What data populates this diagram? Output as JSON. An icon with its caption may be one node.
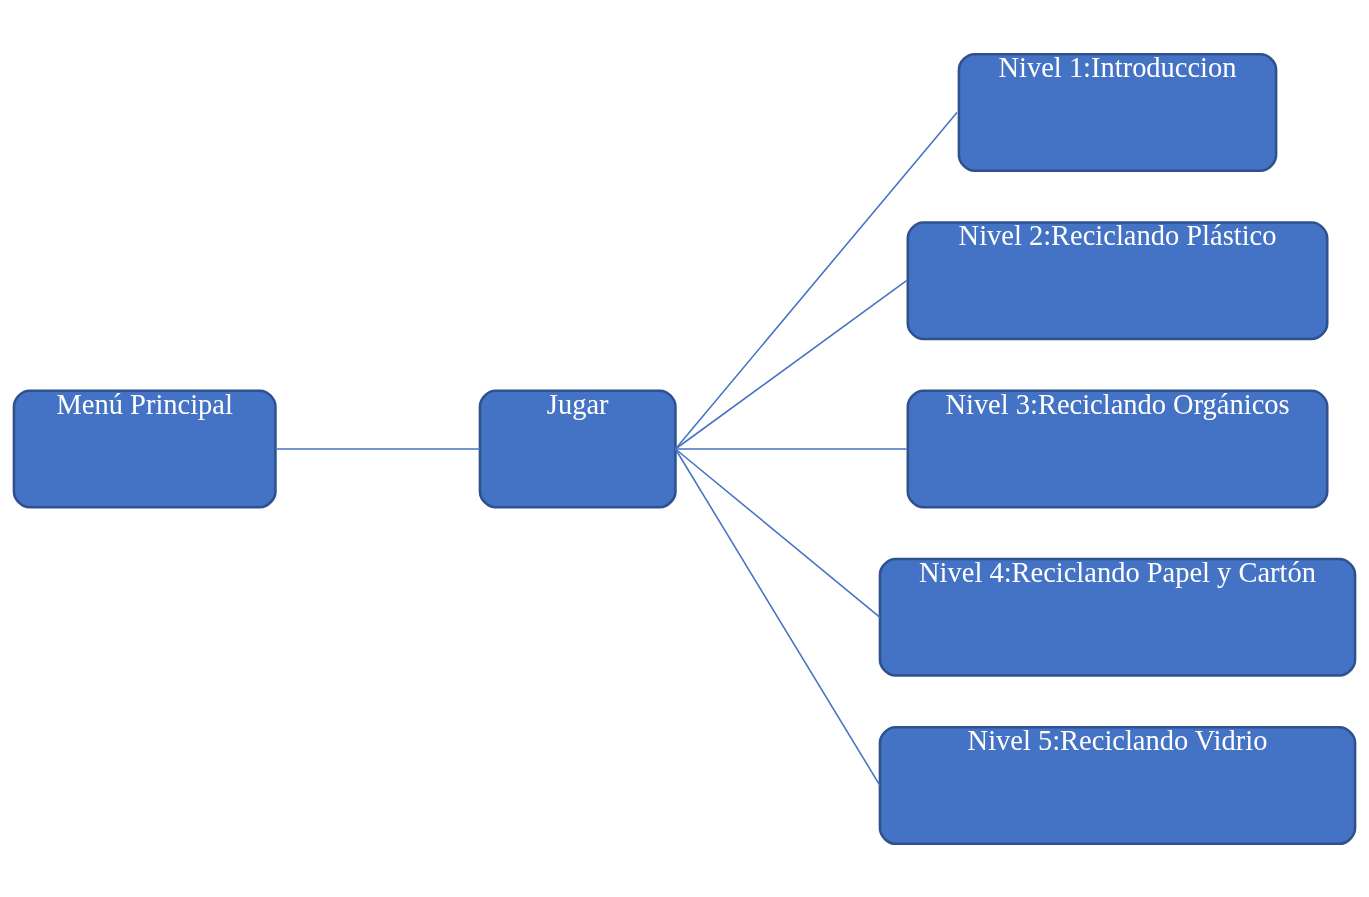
{
  "diagram": {
    "nodes": [
      {
        "text": [
          "Menú Principal"
        ]
      },
      {
        "text": [
          "Jugar"
        ]
      },
      {
        "text": [
          "Nivel 1:Introduccion"
        ]
      },
      {
        "text": [
          "Nivel 2:Reciclando Plástico"
        ]
      },
      {
        "text": [
          "Nivel 3:Reciclando Orgánicos"
        ]
      },
      {
        "text": [
          "Nivel 4:Reciclando Papel y Cartón"
        ]
      },
      {
        "text": [
          "Nivel 5:Reciclando Vidrio"
        ]
      }
    ],
    "edges": [
      {
        "from": 0,
        "to": 1,
        "arrow": "none"
      },
      {
        "from": 1,
        "to": 2,
        "arrow": "none"
      },
      {
        "from": 1,
        "to": 3,
        "arrow": "none"
      },
      {
        "from": 1,
        "to": 4,
        "arrow": "none"
      },
      {
        "from": 1,
        "to": 5,
        "arrow": "none"
      },
      {
        "from": 1,
        "to": 6,
        "arrow": "none"
      }
    ]
  }
}
